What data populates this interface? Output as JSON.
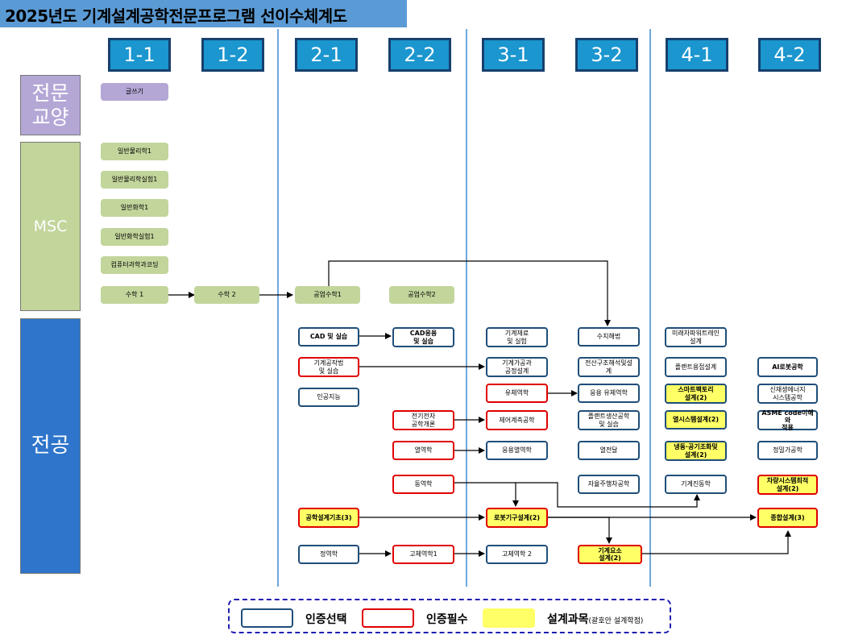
{
  "title": "2025년도 기계설계공학전문프로그램 선이수체계도",
  "semesters": [
    "1-1",
    "1-2",
    "2-1",
    "2-2",
    "3-1",
    "3-2",
    "4-1",
    "4-2"
  ],
  "categories": {
    "general": "전문\n교양",
    "msc": "MSC",
    "major": "전공"
  },
  "courses": {
    "writing": "글쓰기",
    "physics1": "일반물리학1",
    "physics_lab1": "일반물리학실험1",
    "chemistry1": "일반화학1",
    "chemistry_lab1": "일반화학실험1",
    "computer_coding": "컴퓨터과학과코딩",
    "math1": "수학 1",
    "math2": "수학 2",
    "eng_math1": "공업수학1",
    "eng_math2": "공업수학2",
    "cad": "CAD 및 실습",
    "cad_app": "CAD응용\n및 실습",
    "machine_practice": "기계공작법\n및 실습",
    "ai": "인공지능",
    "elec": "전기전자\n공학개론",
    "thermo": "열역학",
    "dynamics": "동역학",
    "design_basic": "공학설계기초(3)",
    "statics": "정역학",
    "solid1": "고체역학1",
    "materials": "기계재료\n및 실험",
    "process_design": "기계가공과\n공정설계",
    "fluid": "유체역학",
    "control": "제어계측공학",
    "applied_thermo": "응용열역학",
    "robot_design": "로봇기구설계(2)",
    "solid2": "고체역학 2",
    "numerical": "수치해법",
    "fea": "전산구조해석및설\n계",
    "applied_fluid": "응용 유체역학",
    "plant_prod": "플랜트생산공학\n및 실습",
    "heat_transfer": "열전달",
    "autonomous": "자율주행차공학",
    "machine_elements": "기계요소\n설계(2)",
    "future_vehicle": "미래자파워트레인\n설계",
    "plant_weld": "플랜트용접설계",
    "smart_factory": "스마트팩토리\n설계(2)",
    "thermal_system": "열시스템설계(2)",
    "hvac": "냉동·공기조화및\n설계(2)",
    "vibration": "기계진동학",
    "ai_robot": "AI로봇공학",
    "renewable": "신재생에너지\n시스템공학",
    "asme": "ASME code이해와\n적용",
    "precision": "정밀가공학",
    "vehicle_opt": "차량시스템최적\n설계(2)",
    "capstone": "종합설계(3)"
  },
  "legend": {
    "selected": "인증선택",
    "required": "인증필수",
    "design": "설계과목",
    "design_note": "(괄호안 설계학점)"
  },
  "colors": {
    "title_bg": "#5b9bd5",
    "semester_bg": "#1b96cf",
    "semester_border": "#17406e",
    "general_bg": "#b4a7d6",
    "msc_bg": "#c2d59b",
    "major_bg": "#2e75cb",
    "selected_border": "#1f4e79",
    "required_border": "#e00000",
    "design_fill": "#ffff66"
  }
}
